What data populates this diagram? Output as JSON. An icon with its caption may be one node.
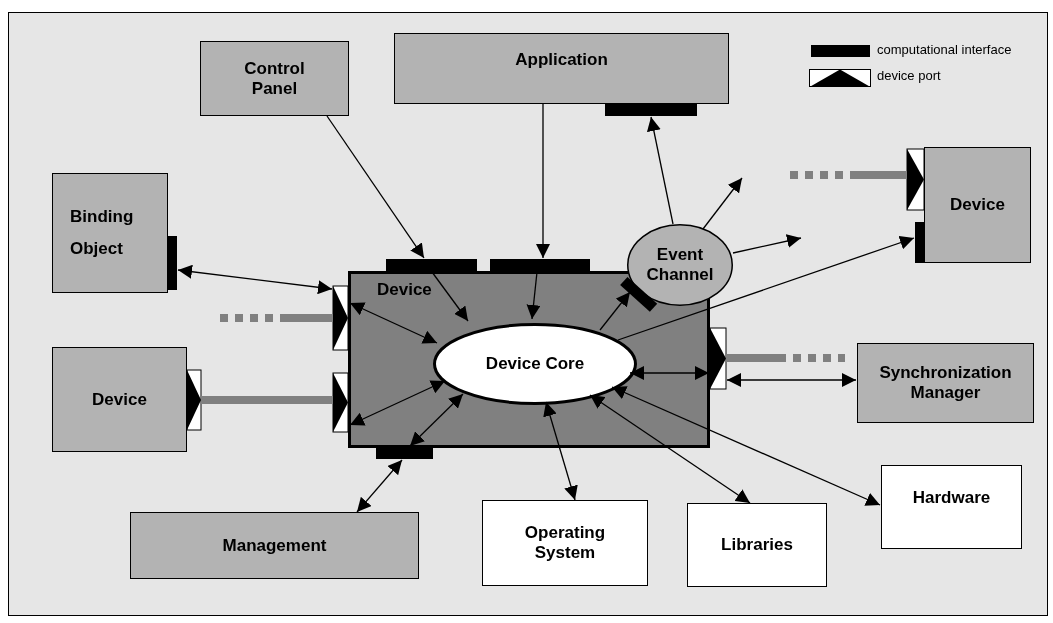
{
  "diagram": {
    "nodes": [
      {
        "text": [
          "Control Panel"
        ]
      },
      {
        "text": [
          "Application"
        ]
      },
      {
        "text": [
          "Binding Object"
        ]
      },
      {
        "text": [
          "Device"
        ]
      },
      {
        "text": [
          "Device"
        ]
      },
      {
        "text": [
          "Event Channel"
        ]
      },
      {
        "text": [
          "Device Core"
        ],
        "in": 4
      },
      {
        "text": [
          "Device"
        ]
      },
      {
        "text": [
          "Synchronization Manager"
        ]
      },
      {
        "text": [
          "Management"
        ]
      },
      {
        "text": [
          "Operating System"
        ]
      },
      {
        "text": [
          "Libraries"
        ]
      },
      {
        "text": [
          "Hardware"
        ]
      }
    ],
    "edges": [
      {
        "from": 0,
        "to": 4,
        "arrow": "to"
      },
      {
        "from": 4,
        "to": 6,
        "arrow": "to"
      },
      {
        "from": 1,
        "to": 4,
        "arrow": "to"
      },
      {
        "from": 4,
        "to": 6,
        "arrow": "to"
      },
      {
        "from": 2,
        "to": 4,
        "arrow": "both"
      },
      {
        "from": 4,
        "to": 6,
        "arrow": "both"
      },
      {
        "from": 4,
        "to": 6,
        "arrow": "both"
      },
      {
        "from": 4,
        "to": 6,
        "arrow": "both"
      },
      {
        "from": 9,
        "to": 4,
        "arrow": "both"
      },
      {
        "from": 6,
        "to": 5,
        "arrow": "to"
      },
      {
        "from": 5,
        "to": 1,
        "arrow": "to"
      },
      {
        "from": 5,
        "to": null,
        "arrow": "to"
      },
      {
        "from": 5,
        "to": null,
        "arrow": "to"
      },
      {
        "from": 6,
        "to": 3,
        "arrow": "to"
      },
      {
        "from": 6,
        "to": 4,
        "arrow": "both"
      },
      {
        "from": 4,
        "to": 8,
        "arrow": "both"
      },
      {
        "from": 6,
        "to": 10,
        "arrow": "both"
      },
      {
        "from": 6,
        "to": 11,
        "arrow": "both"
      },
      {
        "from": 6,
        "to": 12,
        "arrow": "both"
      },
      {
        "from": 7,
        "to": 4,
        "arrow": "none",
        "style": "thick",
        "color": "#808080"
      },
      {
        "from": null,
        "to": 4,
        "arrow": "none",
        "style": "dashed",
        "color": "#808080"
      },
      {
        "from": null,
        "to": 3,
        "arrow": "none",
        "style": "dashed",
        "color": "#808080"
      },
      {
        "from": 4,
        "to": 8,
        "arrow": "none",
        "style": "dashed",
        "color": "#808080"
      }
    ],
    "legend": [
      {
        "text": "computational interface",
        "color": "#000000"
      },
      {
        "text": "device port"
      }
    ]
  }
}
